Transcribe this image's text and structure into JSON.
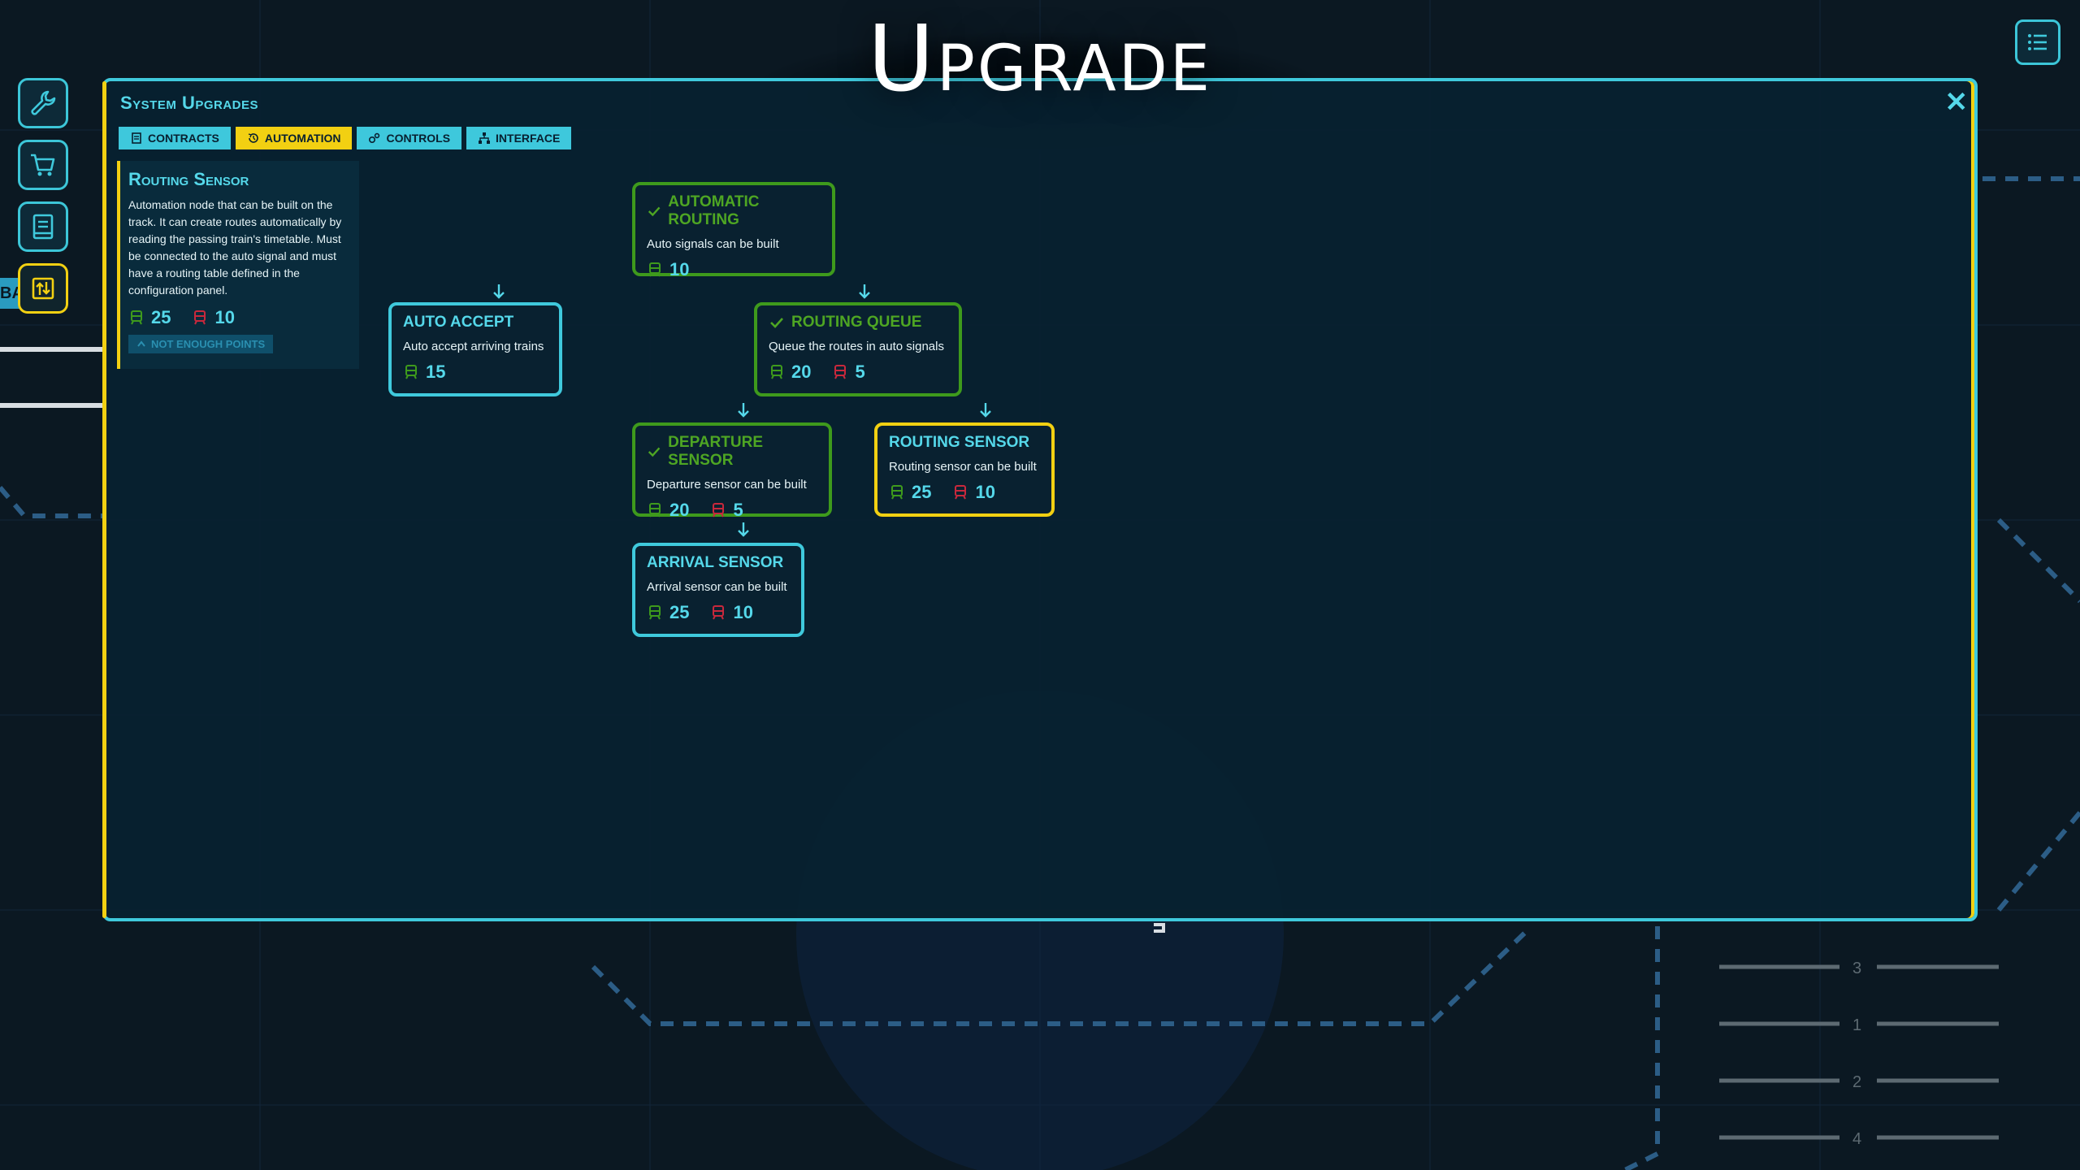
{
  "page_title": "Upgrade",
  "panel": {
    "title": "System Upgrades",
    "close_label": "✕"
  },
  "tabs": [
    {
      "label": "Contracts",
      "icon": "document-icon",
      "active": false
    },
    {
      "label": "Automation",
      "icon": "automation-icon",
      "active": true
    },
    {
      "label": "Controls",
      "icon": "gears-icon",
      "active": false
    },
    {
      "label": "Interface",
      "icon": "hierarchy-icon",
      "active": false
    }
  ],
  "sidebar": [
    {
      "icon": "wrench-icon",
      "active": false
    },
    {
      "icon": "cart-icon",
      "active": false
    },
    {
      "icon": "book-icon",
      "active": false
    },
    {
      "icon": "upgrade-icon",
      "active": true
    }
  ],
  "edge_tag": "BA",
  "info": {
    "title": "Routing Sensor",
    "description": "Automation node that can be built on the track. It can create routes automatically by reading the passing train's timetable. Must be connected to the auto signal and must have a routing table defined in the configuration panel.",
    "cost_green": "25",
    "cost_red": "10",
    "status": "Not enough points"
  },
  "nodes": {
    "automatic_routing": {
      "title": "Automatic Routing",
      "desc": "Auto signals can be built",
      "cost_green": "10",
      "owned": true
    },
    "auto_accept": {
      "title": "Auto Accept",
      "desc": "Auto accept arriving trains",
      "cost_green": "15",
      "owned": false
    },
    "routing_queue": {
      "title": "Routing Queue",
      "desc": "Queue the routes in auto signals",
      "cost_green": "20",
      "cost_red": "5",
      "owned": true
    },
    "departure_sensor": {
      "title": "Departure Sensor",
      "desc": "Departure sensor can be built",
      "cost_green": "20",
      "cost_red": "5",
      "owned": true
    },
    "routing_sensor": {
      "title": "Routing Sensor",
      "desc": "Routing sensor can be built",
      "cost_green": "25",
      "cost_red": "10",
      "owned": false,
      "selected": true
    },
    "arrival_sensor": {
      "title": "Arrival Sensor",
      "desc": "Arrival sensor can be built",
      "cost_green": "25",
      "cost_red": "10",
      "owned": false
    }
  },
  "background_track_labels": [
    "3",
    "1",
    "2",
    "4"
  ],
  "colors": {
    "accent": "#3fc9dc",
    "selected": "#f2d012",
    "owned": "#3e9a1c",
    "cost_green": "#3e9a1c",
    "cost_red": "#c8283c"
  }
}
